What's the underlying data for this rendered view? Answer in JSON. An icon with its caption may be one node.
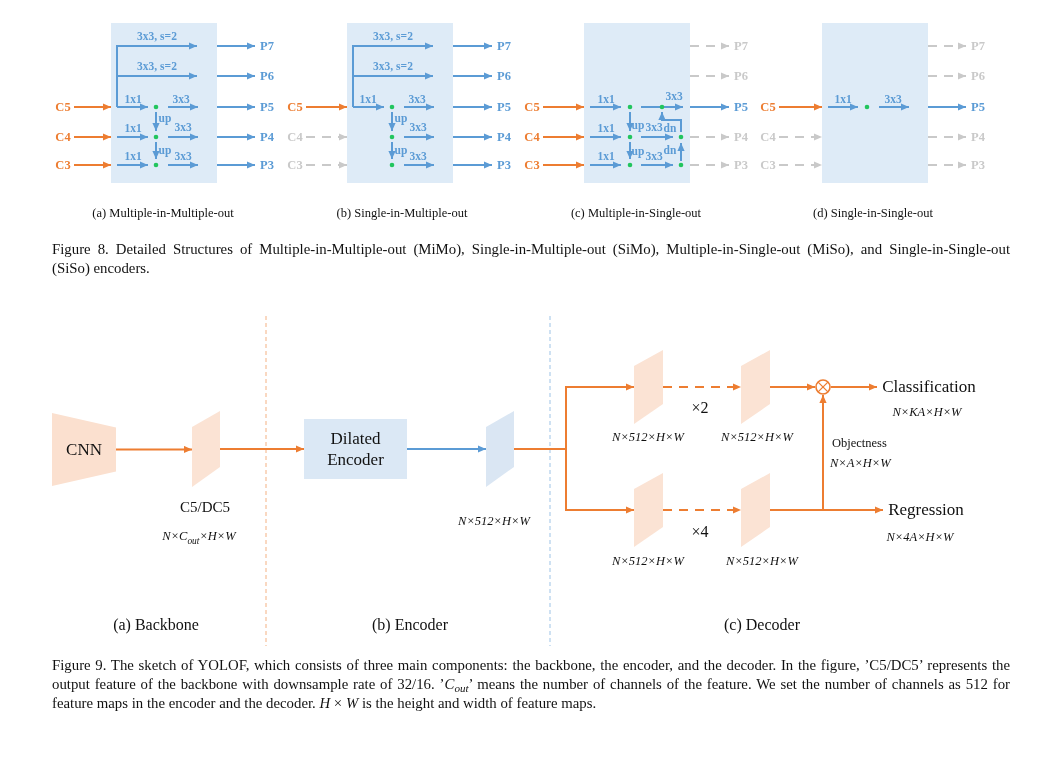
{
  "diagram": {
    "nodes": [
      {
        "text": [
          "C5"
        ]
      },
      {
        "text": [
          "C4"
        ]
      },
      {
        "text": [
          "C3"
        ]
      },
      {
        "text": [],
        "shape": "box"
      },
      {
        "text": [
          "P7"
        ]
      },
      {
        "text": [
          "P6"
        ]
      },
      {
        "text": [
          "P5"
        ]
      },
      {
        "text": [
          "P4"
        ]
      },
      {
        "text": [
          "P3"
        ]
      },
      {
        "text": [
          "C5"
        ]
      },
      {
        "text": [
          "C4"
        ]
      },
      {
        "text": [
          "C3"
        ]
      },
      {
        "text": [],
        "shape": "box"
      },
      {
        "text": [
          "P7"
        ]
      },
      {
        "text": [
          "P6"
        ]
      },
      {
        "text": [
          "P5"
        ]
      },
      {
        "text": [
          "P4"
        ]
      },
      {
        "text": [
          "P3"
        ]
      },
      {
        "text": [
          "C5"
        ]
      },
      {
        "text": [
          "C4"
        ]
      },
      {
        "text": [
          "C3"
        ]
      },
      {
        "text": [],
        "shape": "box"
      },
      {
        "text": [
          "P7"
        ]
      },
      {
        "text": [
          "P6"
        ]
      },
      {
        "text": [
          "P5"
        ]
      },
      {
        "text": [
          "P4"
        ]
      },
      {
        "text": [
          "P3"
        ]
      },
      {
        "text": [
          "C5"
        ]
      },
      {
        "text": [
          "C4"
        ]
      },
      {
        "text": [
          "C3"
        ]
      },
      {
        "text": [],
        "shape": "box"
      },
      {
        "text": [
          "P7"
        ]
      },
      {
        "text": [
          "P6"
        ]
      },
      {
        "text": [
          "P5"
        ]
      },
      {
        "text": [
          "P4"
        ]
      },
      {
        "text": [
          "P3"
        ]
      },
      {
        "text": [
          "CNN"
        ]
      },
      {
        "text": [],
        "shape": "parallelogram",
        "beside": [
          "C5/DC5",
          "N×C$_{out}$×H×W"
        ]
      },
      {
        "text": [
          "Dilated Encoder"
        ]
      },
      {
        "text": [],
        "shape": "parallelogram",
        "beside": [
          "N×512×H×W"
        ]
      },
      {
        "text": [],
        "shape": "parallelogram",
        "beside": [
          "N×512×H×W"
        ]
      },
      {
        "text": [],
        "shape": "parallelogram",
        "beside": [
          "N×512×H×W"
        ]
      },
      {
        "text": [],
        "shape": "circle"
      },
      {
        "text": [
          "Classification"
        ],
        "beside": [
          "N×KA×H×W"
        ]
      },
      {
        "text": [],
        "shape": "parallelogram",
        "beside": [
          "N×512×H×W"
        ]
      },
      {
        "text": [],
        "shape": "parallelogram",
        "beside": [
          "N×512×H×W"
        ]
      },
      {
        "text": [
          "Regression"
        ],
        "beside": [
          "N×4A×H×W"
        ]
      }
    ],
    "edges": [
      {
        "from": 0,
        "to": 3,
        "arrow": "to",
        "color": "#ed7d31"
      },
      {
        "from": 1,
        "to": 3,
        "arrow": "to",
        "color": "#ed7d31"
      },
      {
        "from": 2,
        "to": 3,
        "arrow": "to",
        "color": "#ed7d31"
      },
      {
        "from": 3,
        "to": 4,
        "arrow": "to",
        "color": "#5b9bd5"
      },
      {
        "from": 3,
        "to": 5,
        "arrow": "to",
        "color": "#5b9bd5"
      },
      {
        "from": 3,
        "to": 6,
        "arrow": "to",
        "color": "#5b9bd5"
      },
      {
        "from": 3,
        "to": 7,
        "arrow": "to",
        "color": "#5b9bd5"
      },
      {
        "from": 3,
        "to": 8,
        "arrow": "to",
        "color": "#5b9bd5"
      },
      {
        "from": 9,
        "to": 12,
        "arrow": "to",
        "color": "#ed7d31"
      },
      {
        "from": 10,
        "to": 12,
        "arrow": "to",
        "style": "dashed",
        "color": "#c9c9c9"
      },
      {
        "from": 11,
        "to": 12,
        "arrow": "to",
        "style": "dashed",
        "color": "#c9c9c9"
      },
      {
        "from": 12,
        "to": 13,
        "arrow": "to",
        "color": "#5b9bd5"
      },
      {
        "from": 12,
        "to": 14,
        "arrow": "to",
        "color": "#5b9bd5"
      },
      {
        "from": 12,
        "to": 15,
        "arrow": "to",
        "color": "#5b9bd5"
      },
      {
        "from": 12,
        "to": 16,
        "arrow": "to",
        "color": "#5b9bd5"
      },
      {
        "from": 12,
        "to": 17,
        "arrow": "to",
        "color": "#5b9bd5"
      },
      {
        "from": 18,
        "to": 21,
        "arrow": "to",
        "color": "#ed7d31"
      },
      {
        "from": 19,
        "to": 21,
        "arrow": "to",
        "color": "#ed7d31"
      },
      {
        "from": 20,
        "to": 21,
        "arrow": "to",
        "color": "#ed7d31"
      },
      {
        "from": 21,
        "to": 22,
        "arrow": "to",
        "style": "dashed",
        "color": "#c9c9c9"
      },
      {
        "from": 21,
        "to": 23,
        "arrow": "to",
        "style": "dashed",
        "color": "#c9c9c9"
      },
      {
        "from": 21,
        "to": 24,
        "arrow": "to",
        "color": "#5b9bd5"
      },
      {
        "from": 21,
        "to": 25,
        "arrow": "to",
        "style": "dashed",
        "color": "#c9c9c9"
      },
      {
        "from": 21,
        "to": 26,
        "arrow": "to",
        "style": "dashed",
        "color": "#c9c9c9"
      },
      {
        "from": 27,
        "to": 30,
        "arrow": "to",
        "color": "#ed7d31"
      },
      {
        "from": 28,
        "to": 30,
        "arrow": "to",
        "style": "dashed",
        "color": "#c9c9c9"
      },
      {
        "from": 29,
        "to": 30,
        "arrow": "to",
        "style": "dashed",
        "color": "#c9c9c9"
      },
      {
        "from": 30,
        "to": 31,
        "arrow": "to",
        "style": "dashed",
        "color": "#c9c9c9"
      },
      {
        "from": 30,
        "to": 32,
        "arrow": "to",
        "style": "dashed",
        "color": "#c9c9c9"
      },
      {
        "from": 30,
        "to": 33,
        "arrow": "to",
        "color": "#5b9bd5"
      },
      {
        "from": 30,
        "to": 34,
        "arrow": "to",
        "style": "dashed",
        "color": "#c9c9c9"
      },
      {
        "from": 30,
        "to": 35,
        "arrow": "to",
        "style": "dashed",
        "color": "#c9c9c9"
      },
      {
        "from": 36,
        "to": 37,
        "arrow": "to",
        "color": "#ed7d31"
      },
      {
        "from": 37,
        "to": 38,
        "arrow": "to",
        "color": "#ed7d31"
      },
      {
        "from": 38,
        "to": 39,
        "arrow": "to",
        "color": "#5b9bd5"
      },
      {
        "from": 39,
        "to": 40,
        "arrow": "to",
        "color": "#ed7d31"
      },
      {
        "from": 39,
        "to": 44,
        "arrow": "to",
        "color": "#ed7d31"
      },
      {
        "from": 40,
        "to": 41,
        "arrow": "to",
        "label": "×2",
        "style": "dashed",
        "color": "#ed7d31"
      },
      {
        "from": 41,
        "to": 42,
        "arrow": "to",
        "color": "#ed7d31"
      },
      {
        "from": 42,
        "to": 43,
        "arrow": "to",
        "color": "#ed7d31"
      },
      {
        "from": 44,
        "to": 45,
        "arrow": "to",
        "label": "×4",
        "style": "dashed",
        "color": "#ed7d31"
      },
      {
        "from": 45,
        "to": 46,
        "arrow": "to",
        "color": "#ed7d31"
      },
      {
        "from": 45,
        "to": 42,
        "arrow": "to",
        "label": "Objectness",
        "color": "#ed7d31"
      }
    ],
    "labels": [
      "3x3, s=2",
      "3x3, s=2",
      "1x1",
      "3x3",
      "1x1",
      "up",
      "3x3",
      "1x1",
      "up",
      "3x3",
      "3x3, s=2",
      "3x3, s=2",
      "1x1",
      "3x3",
      "up",
      "3x3",
      "up",
      "3x3",
      "1x1",
      "3x3",
      "1x1",
      "up",
      "3x3",
      "dn",
      "1x1",
      "up",
      "3x3",
      "dn",
      "1x1",
      "3x3",
      "(a) Multiple-in-Multiple-out",
      "(b) Single-in-Multiple-out",
      "(c) Multiple-in-Single-out",
      "(d) Single-in-Single-out",
      "Figure 8. Detailed Structures of Multiple-in-Multiple-out (MiMo), Single-in-Multiple-out (SiMo), Multiple-in-Single-out (MiSo), and Single-in-Single-out (SiSo) encoders.",
      "N×A×H×W",
      "(a) Backbone",
      "(b) Encoder",
      "(c) Decoder",
      "Figure 9. The sketch of YOLOF, which consists of three main components: the backbone, the encoder, and the decoder. In the figure, ’C5/DC5’ represents the output feature of the backbone with downsample rate of 32/16. ’*C*$_{out}$’ means the number of channels of the feature. We set the number of channels as 512 for feature maps in the encoder and the decoder. *H* × *W* is the height and width of feature maps."
    ]
  }
}
